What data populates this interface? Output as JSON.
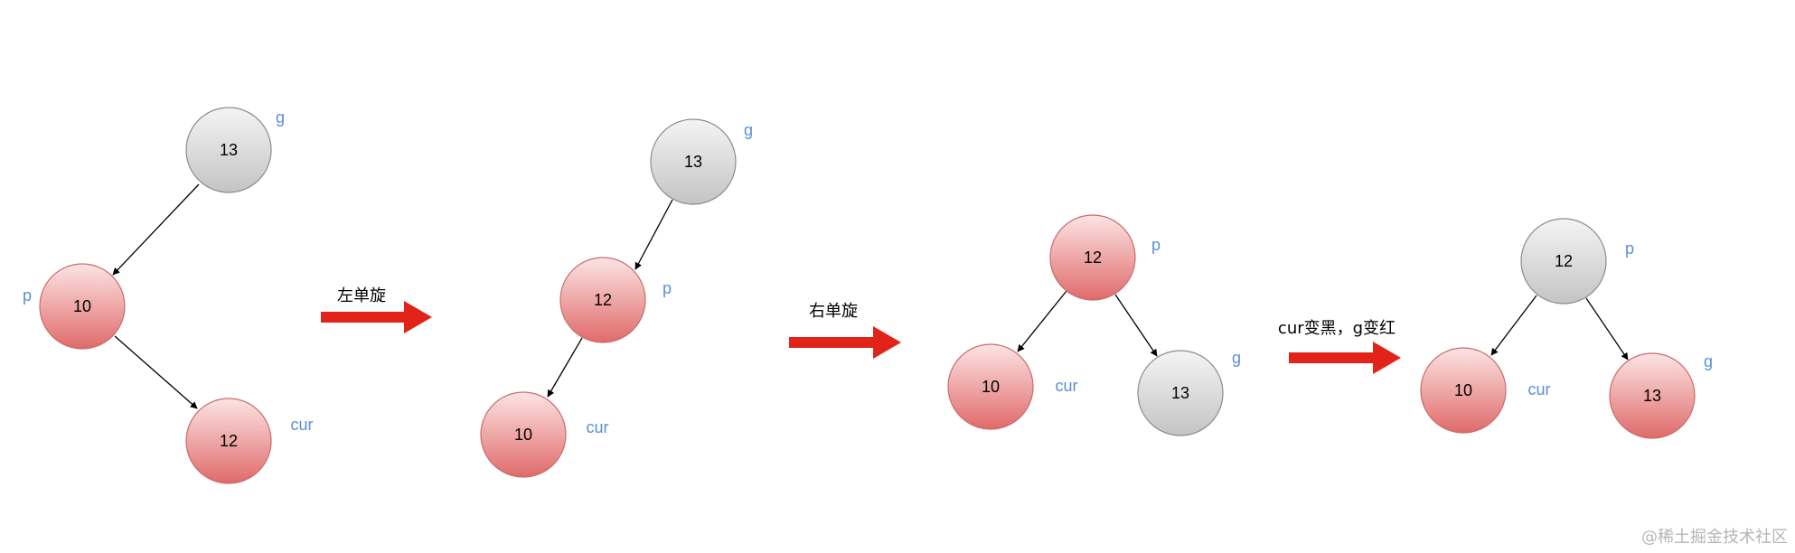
{
  "colors": {
    "red_node_top": "#fce4e4",
    "red_node_bottom": "#e06a6a",
    "red_node_stroke": "#c96c6c",
    "gray_node_top": "#f4f4f4",
    "gray_node_bottom": "#c4c4c4",
    "gray_node_stroke": "#8c8c8c",
    "role_label": "#5b8fd6",
    "step_arrow": "#e2231a",
    "edge": "#000000"
  },
  "stages": [
    {
      "nodes": [
        {
          "id": "g",
          "value": "13",
          "color": "gray",
          "label": "g"
        },
        {
          "id": "p",
          "value": "10",
          "color": "red",
          "label": "p"
        },
        {
          "id": "cur",
          "value": "12",
          "color": "red",
          "label": "cur"
        }
      ]
    },
    {
      "nodes": [
        {
          "id": "g",
          "value": "13",
          "color": "gray",
          "label": "g"
        },
        {
          "id": "p",
          "value": "12",
          "color": "red",
          "label": "p"
        },
        {
          "id": "cur",
          "value": "10",
          "color": "red",
          "label": "cur"
        }
      ]
    },
    {
      "nodes": [
        {
          "id": "p",
          "value": "12",
          "color": "red",
          "label": "p"
        },
        {
          "id": "cur",
          "value": "10",
          "color": "red",
          "label": "cur"
        },
        {
          "id": "g",
          "value": "13",
          "color": "gray",
          "label": "g"
        }
      ]
    },
    {
      "nodes": [
        {
          "id": "p",
          "value": "12",
          "color": "gray",
          "label": "p"
        },
        {
          "id": "cur",
          "value": "10",
          "color": "red",
          "label": "cur"
        },
        {
          "id": "g",
          "value": "13",
          "color": "red",
          "label": "g"
        }
      ]
    }
  ],
  "steps": [
    {
      "label": "左单旋"
    },
    {
      "label": "右单旋"
    },
    {
      "label": "cur变黑，g变红"
    }
  ],
  "watermark": "@稀土掘金技术社区"
}
